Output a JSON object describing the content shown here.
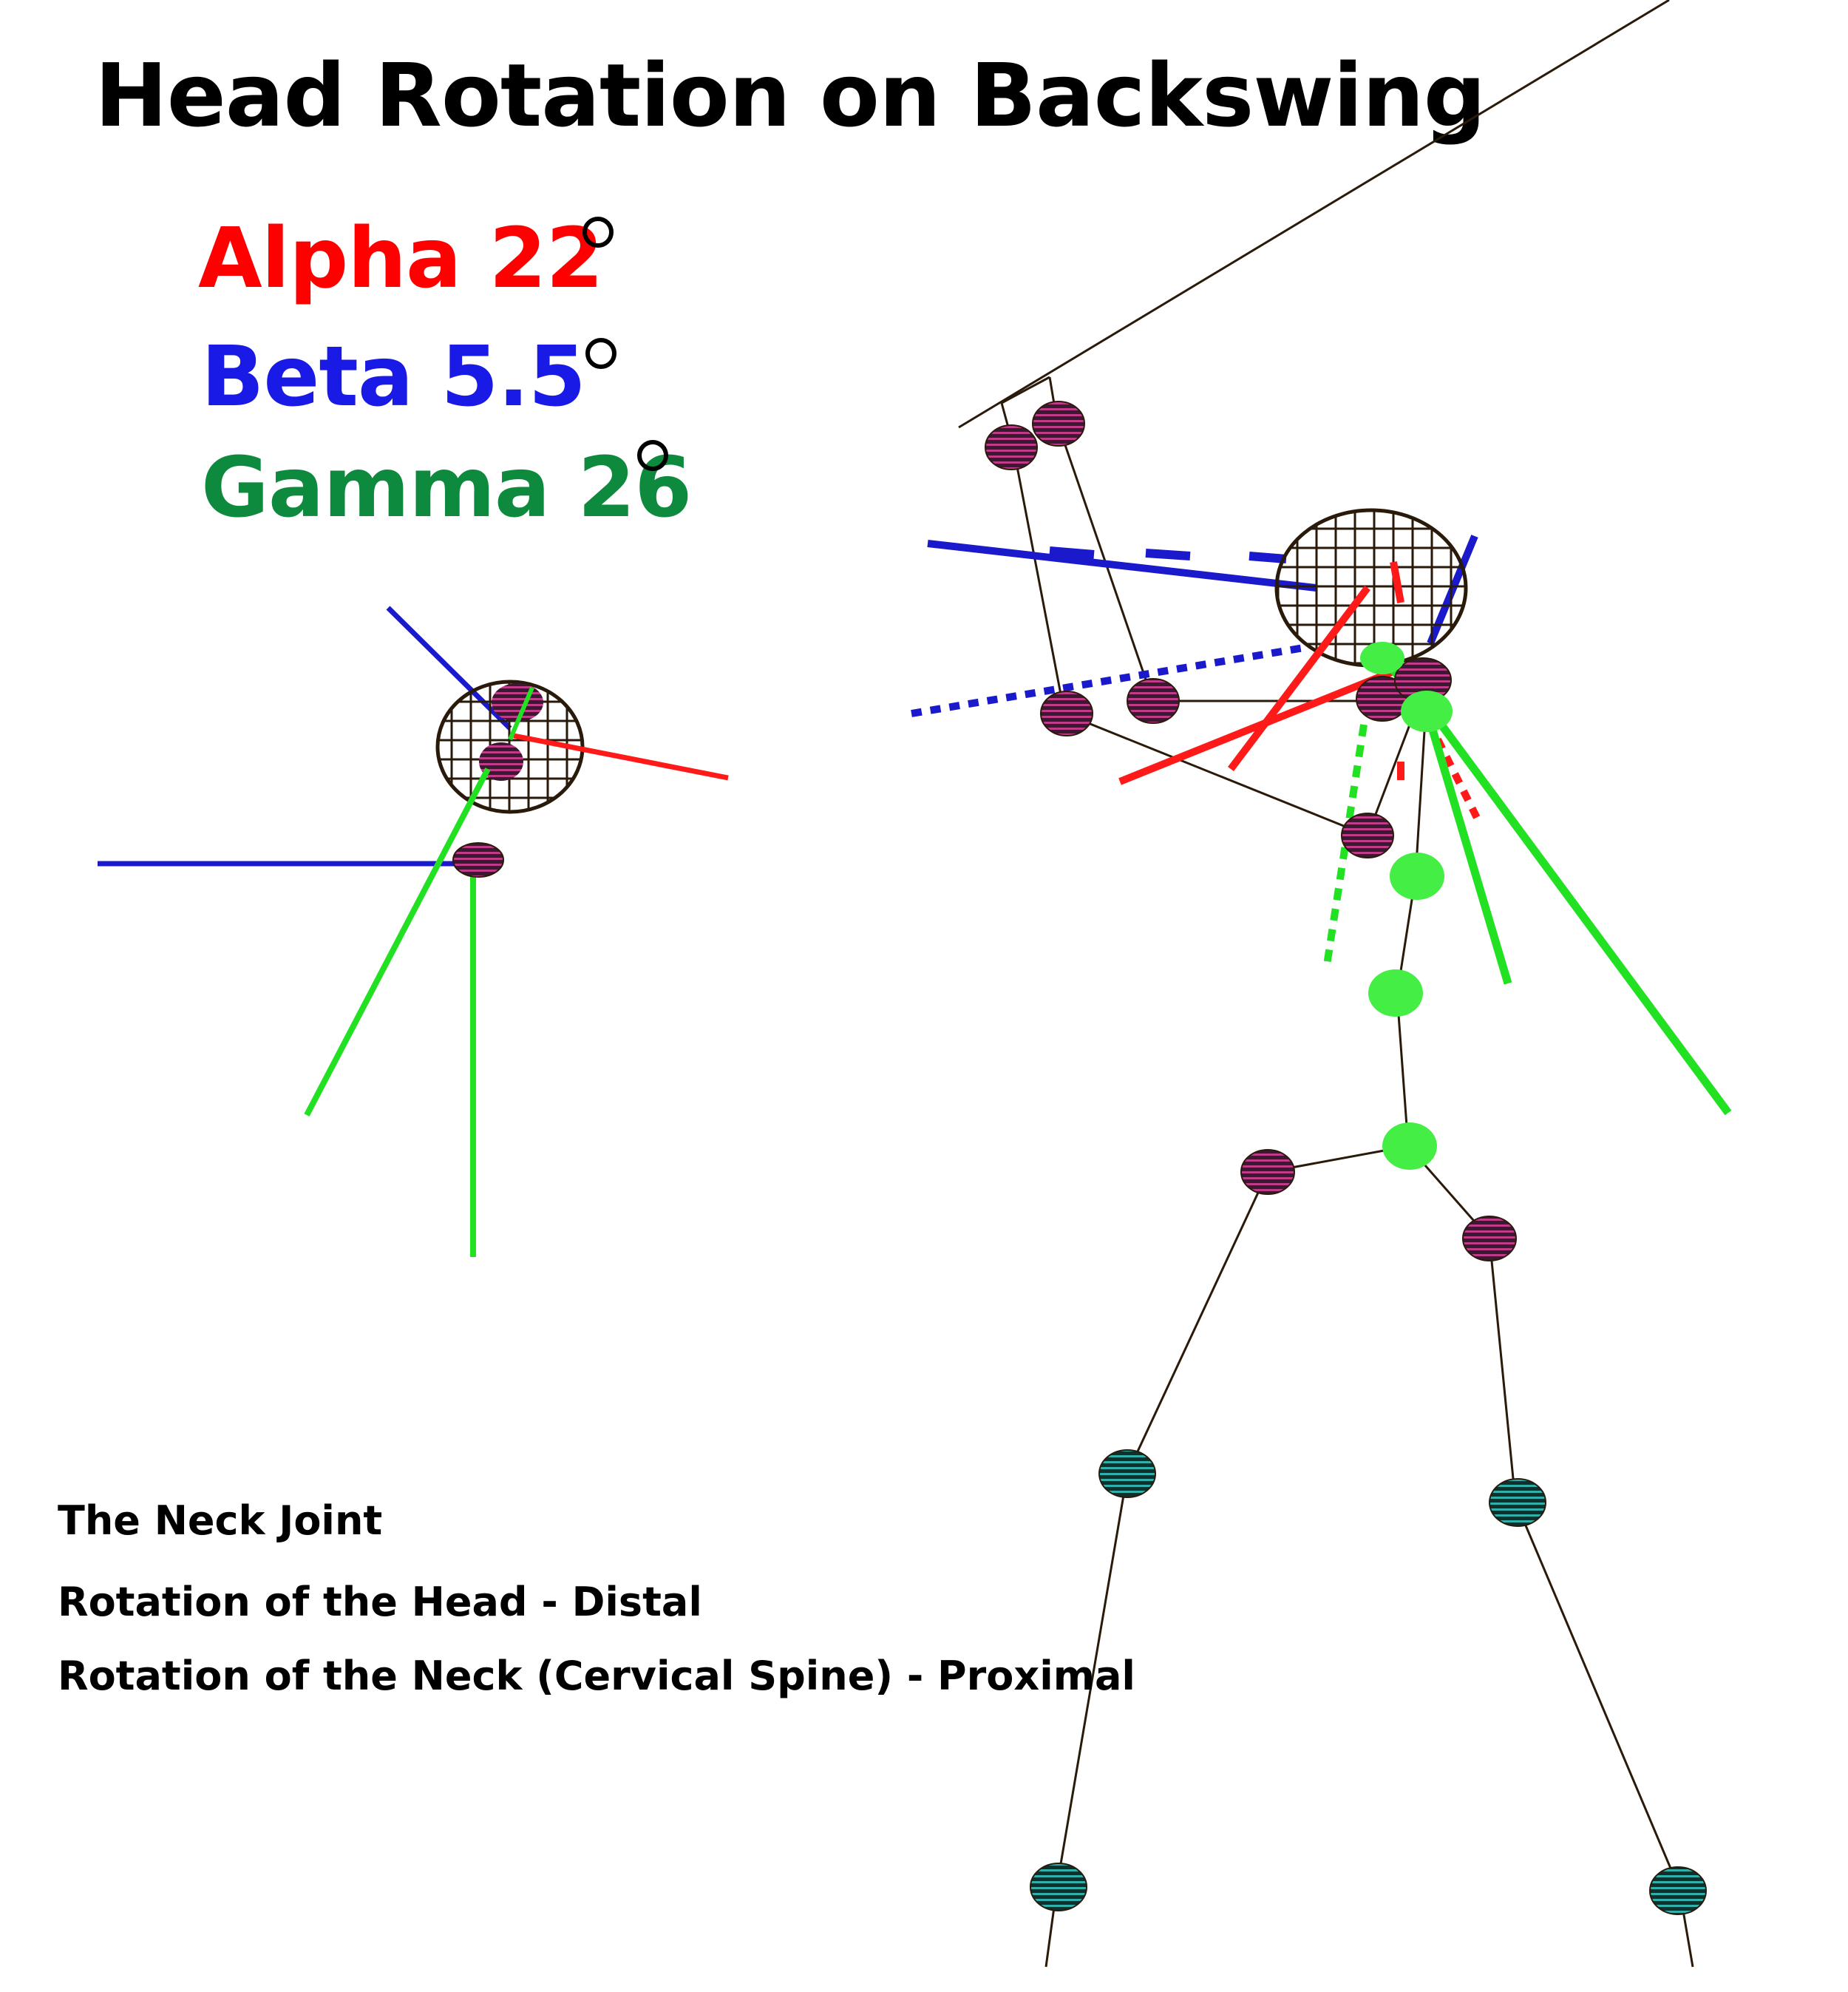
{
  "title": "Head Rotation on Backswing",
  "angles": {
    "alpha": {
      "text": "Alpha 22",
      "color": "#ff0000"
    },
    "beta": {
      "text": "Beta 5.5",
      "color": "#1a1ae6"
    },
    "gamma": {
      "text": "Gamma 26",
      "color": "#0e8a3e"
    }
  },
  "captions": {
    "line1": "The Neck Joint",
    "line2": "Rotation of the Head - Distal",
    "line3": "Rotation of the Neck (Cervical Spine) - Proximal"
  },
  "colors": {
    "axis_red": "#ff1a1a",
    "axis_blue": "#1a1acc",
    "axis_green": "#22e022",
    "bone": "#2a1a0a",
    "joint_upper": "#b0307a",
    "joint_lower": "#2aa0a0"
  }
}
